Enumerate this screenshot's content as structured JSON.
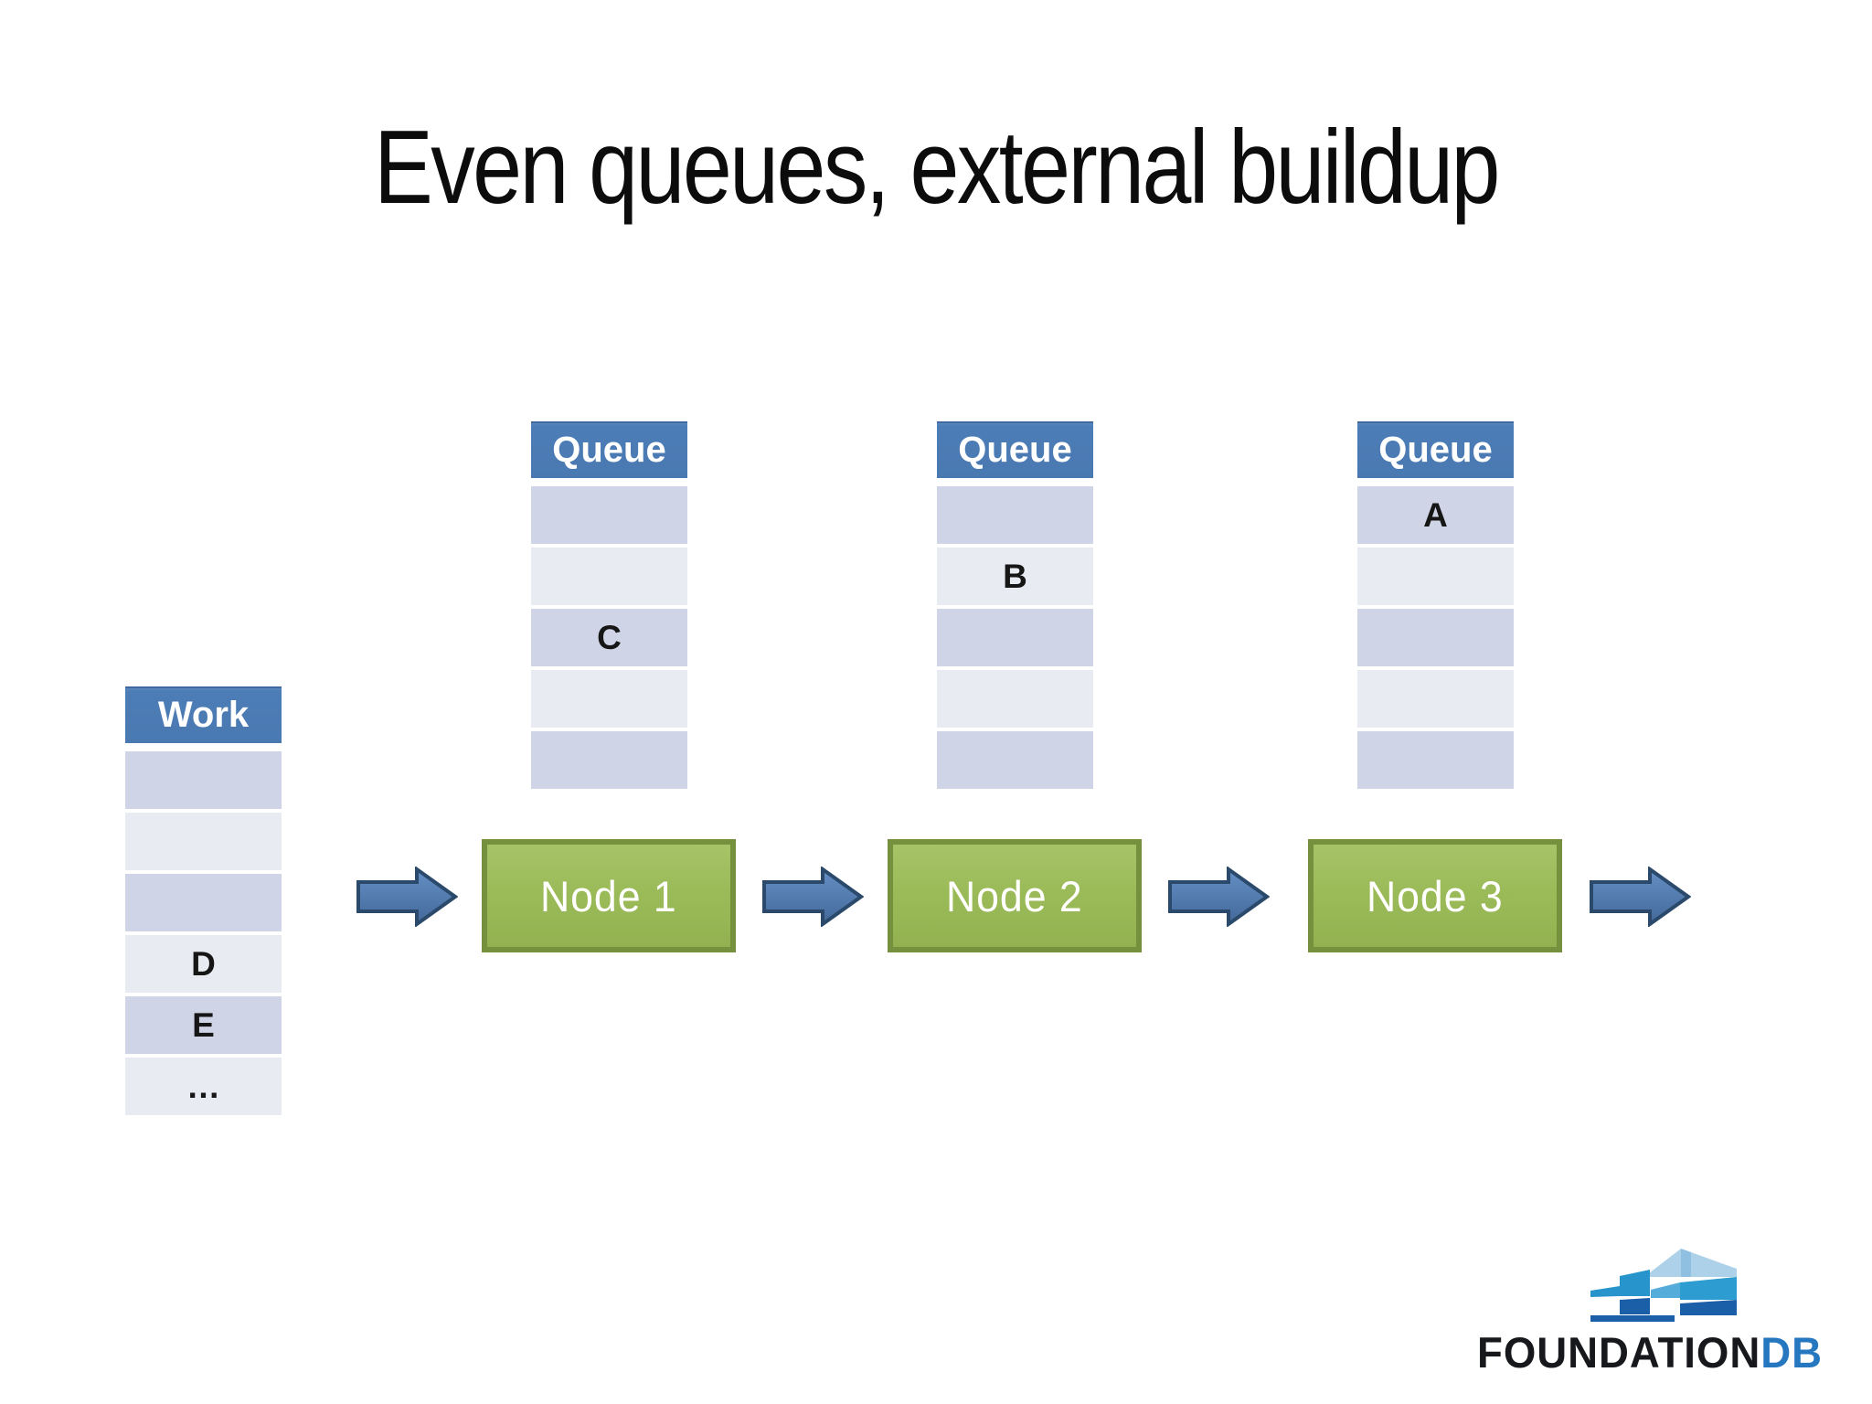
{
  "title": "Even queues, external buildup",
  "work_table": {
    "header": "Work",
    "rows": [
      "",
      "",
      "",
      "D",
      "E",
      "…"
    ]
  },
  "queues": [
    {
      "header": "Queue",
      "rows": [
        "",
        "",
        "C",
        "",
        ""
      ]
    },
    {
      "header": "Queue",
      "rows": [
        "",
        "B",
        "",
        "",
        ""
      ]
    },
    {
      "header": "Queue",
      "rows": [
        "A",
        "",
        "",
        "",
        ""
      ]
    }
  ],
  "nodes": [
    {
      "label": "Node 1"
    },
    {
      "label": "Node 2"
    },
    {
      "label": "Node 3"
    }
  ],
  "logo": {
    "black": "FOUNDATION",
    "blue": "DB"
  },
  "colors": {
    "table_header_blue": "#4f81bd",
    "row_dark": "#cfd5e6",
    "row_light": "#e9ebf3",
    "node_green": "#9bbb59",
    "node_border": "#75913e",
    "arrow_fill": "#4d80bb",
    "arrow_border": "#2b4a6b",
    "logo_blue": "#2577c0"
  }
}
